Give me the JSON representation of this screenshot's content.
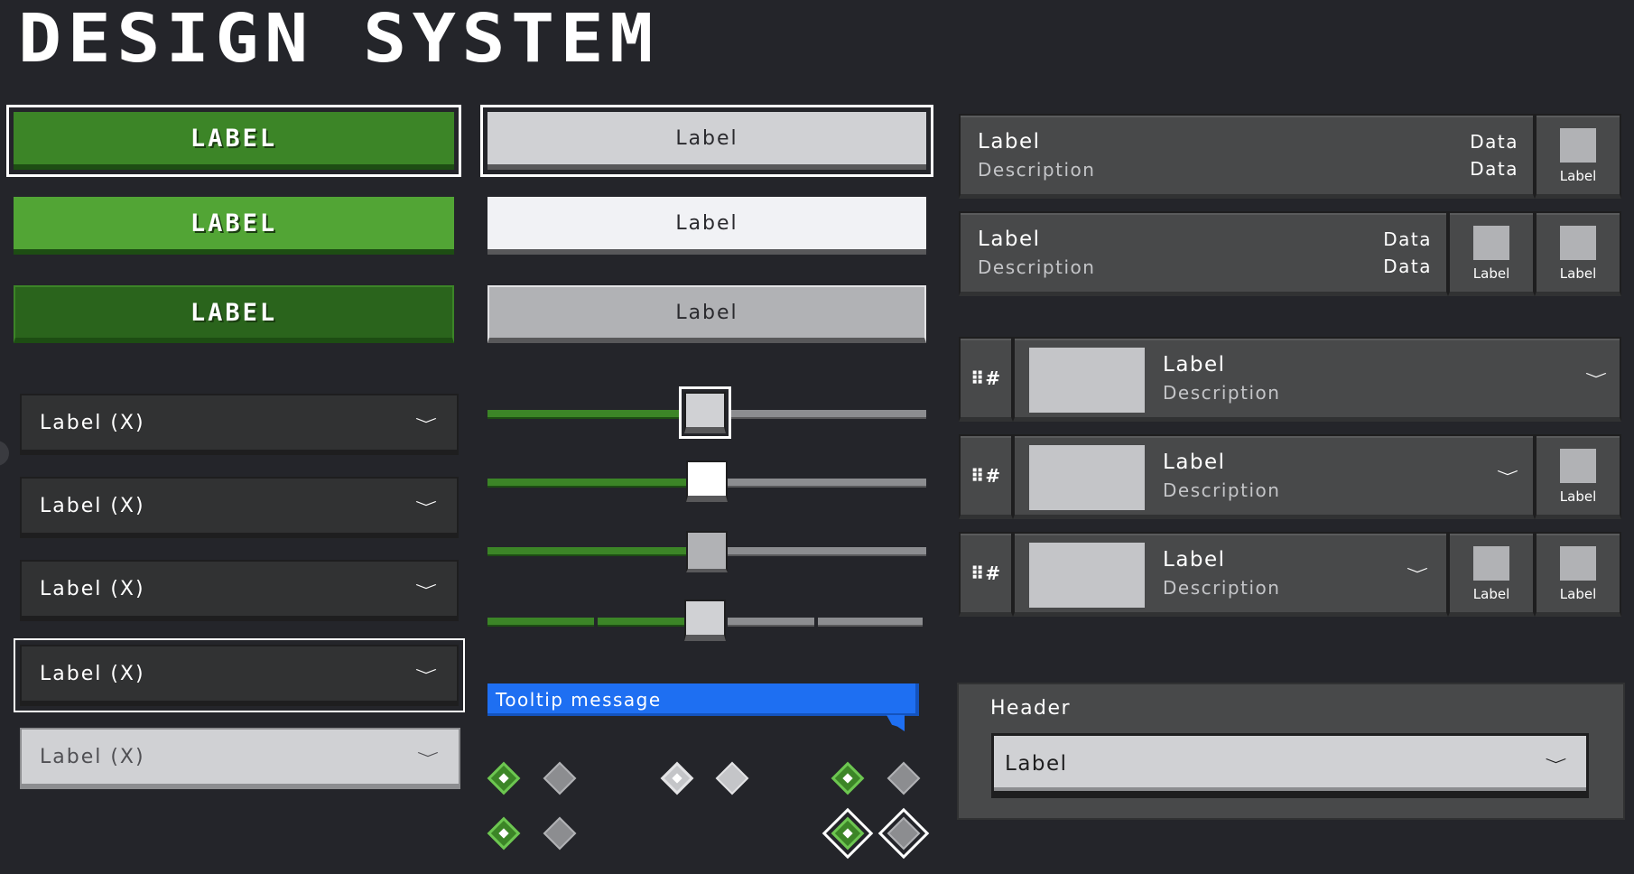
{
  "title": "DESIGN SYSTEM",
  "green_buttons": [
    "LABEL",
    "LABEL",
    "LABEL"
  ],
  "light_buttons": [
    "Label",
    "Label",
    "Label"
  ],
  "dropdowns": [
    "Label (X)",
    "Label (X)",
    "Label (X)",
    "Label (X)",
    "Label (X)"
  ],
  "sliders": [
    {
      "value": 0.45,
      "state": "focused"
    },
    {
      "value": 0.45,
      "state": "hover"
    },
    {
      "value": 0.45,
      "state": "pressed"
    },
    {
      "value": 0.5,
      "state": "stepped"
    }
  ],
  "tooltip": "Tooltip message",
  "rows": {
    "label": "Label",
    "description": "Description",
    "data": "Data",
    "small_label": "Label",
    "handle": "⠿#"
  },
  "header_panel": {
    "header": "Header",
    "select_value": "Label"
  },
  "colors": {
    "background": "#24252a",
    "green": "#3c8527",
    "green_light": "#52a535",
    "green_dark": "#2a641c",
    "tooltip_blue": "#1e6ff2",
    "panel": "#48494a"
  },
  "icons": {
    "chevron": "chevron-down-icon",
    "drag_handle": "drag-handle-icon"
  }
}
